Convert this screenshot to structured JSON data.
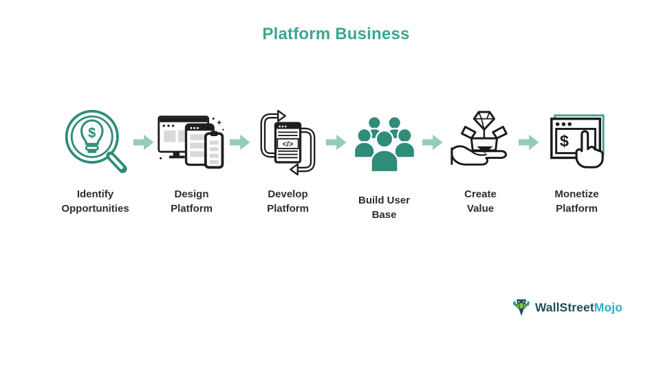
{
  "title": "Platform Business",
  "flow": {
    "steps": [
      {
        "label_line1": "Identify",
        "label_line2": "Opportunities",
        "icon": "magnifier-lightbulb-dollar-icon"
      },
      {
        "label_line1": "Design",
        "label_line2": "Platform",
        "icon": "devices-mockup-icon"
      },
      {
        "label_line1": "Develop",
        "label_line2": "Platform",
        "icon": "code-window-cycle-icon"
      },
      {
        "label_line1": "Build User",
        "label_line2": "Base",
        "icon": "user-group-icon"
      },
      {
        "label_line1": "Create",
        "label_line2": "Value",
        "icon": "hand-box-diamond-icon"
      },
      {
        "label_line1": "Monetize",
        "label_line2": "Platform",
        "icon": "dollar-window-click-icon"
      }
    ],
    "arrow_icon": "right-block-arrow-icon"
  },
  "icon_glyphs": {
    "identify_dollar": "$",
    "develop_code": "</>",
    "monetize_dollar": "$"
  },
  "colors": {
    "title": "#3BA692",
    "arrow": "#95CBB9",
    "icon_teal": "#2E8C78",
    "icon_dark": "#1F1F1F",
    "icon_gray_fill": "#D9D9D9",
    "label_text": "#2D2D2D",
    "logo_primary": "#1D4F58",
    "logo_accent": "#29AFC4",
    "logo_green": "#8BC540"
  },
  "logo": {
    "text_primary": "WallStreet",
    "text_accent": "Mojo",
    "icon": "wallstreetmojo-bull-icon"
  }
}
